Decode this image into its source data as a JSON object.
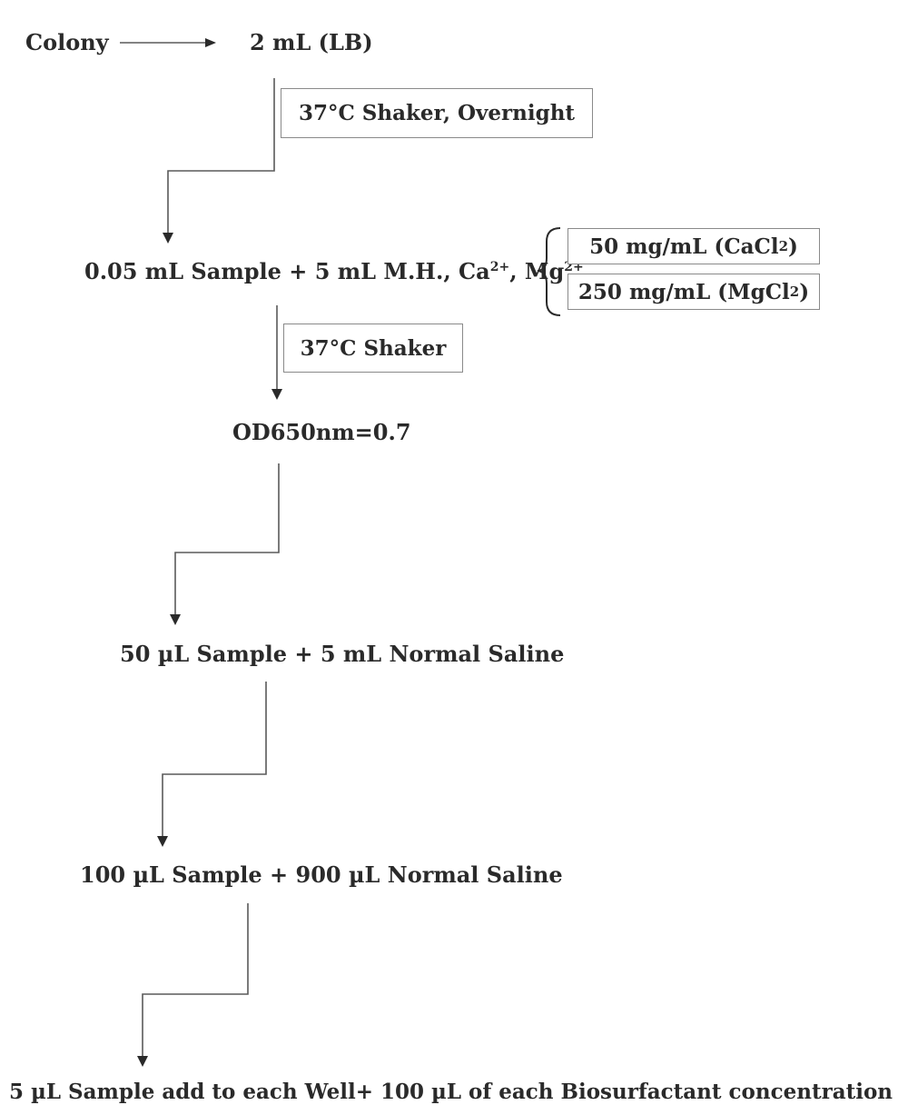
{
  "steps": {
    "colony": "Colony",
    "lb": "2 mL (LB)",
    "incubation_1": "37°C Shaker, Overnight",
    "mix_prefix": "0.05 mL Sample + 5 mL M.H., Ca",
    "mix_ca_charge": "2+",
    "mix_sep": ", Mg",
    "mix_mg_charge": "2+",
    "cacl2_prefix": "50 mg/mL (CaCl",
    "cacl2_sub": "2",
    "cacl2_suffix": ")",
    "mgcl2_prefix": "250 mg/mL (MgCl",
    "mgcl2_sub": "2",
    "mgcl2_suffix": ")",
    "incubation_2": "37°C Shaker",
    "od": "OD650nm=0.7",
    "dilution_1": "50 µL Sample + 5 mL Normal Saline",
    "dilution_2": "100 µL Sample + 900 µL Normal Saline",
    "final": "5 µL Sample add to each Well+ 100 µL of each Biosurfactant concentration"
  }
}
